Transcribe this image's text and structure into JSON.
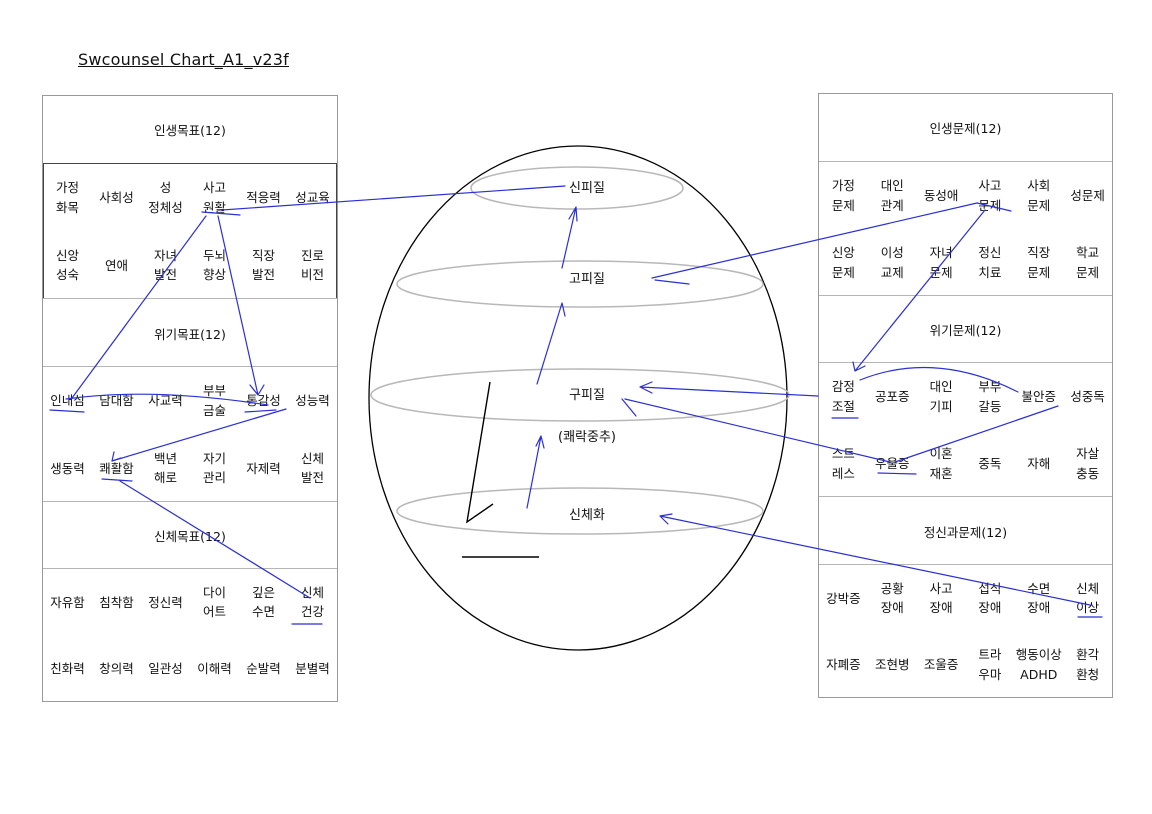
{
  "title": "Swcounsel Chart_A1_v23f",
  "left_panel": {
    "sections": [
      {
        "header": "인생목표(12)",
        "rows": [
          [
            "가정\n화목",
            "사회성",
            "성\n정체성",
            "사고\n원활",
            "적응력",
            "성교육"
          ],
          [
            "신앙\n성숙",
            "연애",
            "자녀\n발전",
            "두뇌\n향상",
            "직장\n발전",
            "진로\n비전"
          ]
        ]
      },
      {
        "header": "위기목표(12)",
        "rows": [
          [
            "인내심",
            "담대함",
            "사교력",
            "부부\n금술",
            "통감성",
            "성능력"
          ],
          [
            "생동력",
            "쾌활함",
            "백년\n해로",
            "자기\n관리",
            "자제력",
            "신체\n발전"
          ]
        ]
      },
      {
        "header": "신체목표(12)",
        "rows": [
          [
            "자유함",
            "침착함",
            "정신력",
            "다이\n어트",
            "깊은\n수면",
            "신체\n건강"
          ],
          [
            "친화력",
            "창의력",
            "일관성",
            "이해력",
            "순발력",
            "분별력"
          ]
        ]
      }
    ]
  },
  "right_panel": {
    "sections": [
      {
        "header": "인생문제(12)",
        "rows": [
          [
            "가정\n문제",
            "대인\n관계",
            "동성애",
            "사고\n문제",
            "사회\n문제",
            "성문제"
          ],
          [
            "신앙\n문제",
            "이성\n교제",
            "자녀\n문제",
            "정신\n치료",
            "직장\n문제",
            "학교\n문제"
          ]
        ]
      },
      {
        "header": "위기문제(12)",
        "rows": [
          [
            "감정\n조절",
            "공포증",
            "대인\n기피",
            "부부\n갈등",
            "불안증",
            "성중독"
          ],
          [
            "스트\n레스",
            "우울증",
            "이혼\n재혼",
            "중독",
            "자해",
            "자살\n충동"
          ]
        ]
      },
      {
        "header": "정신과문제(12)",
        "rows": [
          [
            "강박증",
            "공황\n장애",
            "사고\n장애",
            "섭식\n장애",
            "수면\n장애",
            "신체\n이상"
          ],
          [
            "자폐증",
            "조현병",
            "조울증",
            "트라\n우마",
            "행동이상\nADHD",
            "환각\n환청"
          ]
        ]
      }
    ]
  },
  "sphere": {
    "layers": [
      "신피질",
      "고피질",
      "구피질",
      "신체화"
    ],
    "sublabel": "(쾌락중추)"
  },
  "colors": {
    "annotation": "#2a2fd6",
    "ellipse": "#b8b8b8",
    "border": "#9a9a9a"
  }
}
